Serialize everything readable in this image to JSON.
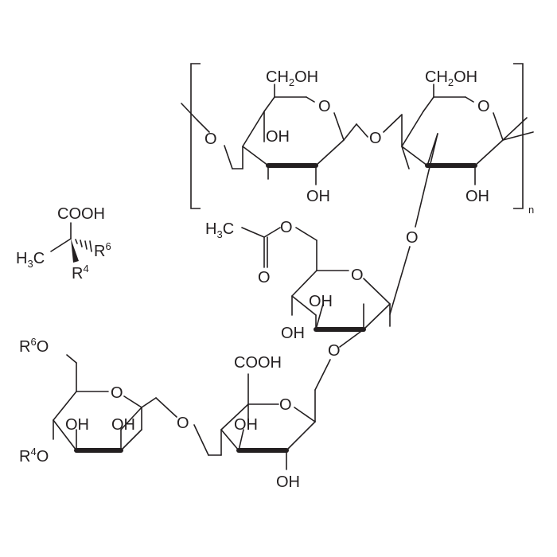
{
  "repeat_label": "n",
  "subst": {
    "r6": "R",
    "r6_sup": "6",
    "r4": "R",
    "r4_sup": "4"
  },
  "groups": {
    "ch2oh_1": {
      "a": "CH",
      "sub": "2",
      "b": "OH"
    },
    "ch2oh_2": {
      "a": "CH",
      "sub": "2",
      "b": "OH"
    },
    "acetyl_h3c": {
      "a": "H",
      "sub": "3",
      "b": "C"
    },
    "side_h3c": {
      "a": "H",
      "sub": "3",
      "b": "C"
    },
    "cooh_side": "COOH",
    "cooh_ring": "COOH"
  },
  "atoms": {
    "o": "O",
    "oh": "OH"
  }
}
